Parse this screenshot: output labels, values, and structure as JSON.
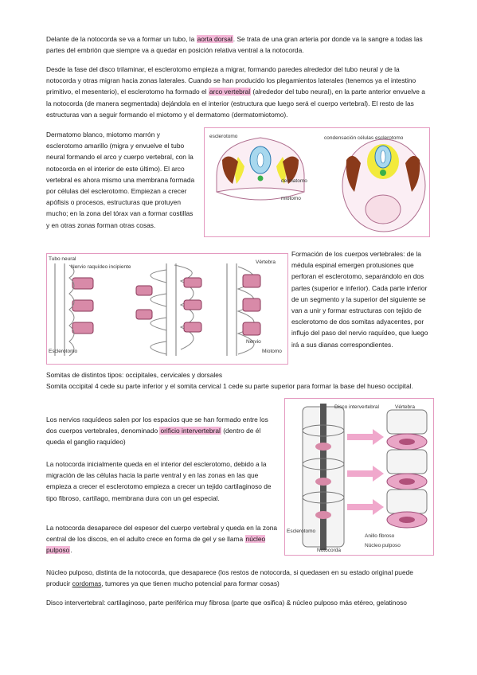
{
  "p1": {
    "a": "Delante de la notocorda se va a formar un tubo, la ",
    "hl": "aorta dorsal",
    "b": ". Se trata de una gran arteria por donde va la sangre a todas las partes del embrión que siempre va a quedar en posición relativa ventral a la notocorda."
  },
  "p2": {
    "a": "Desde la fase del disco trilaminar, el esclerotomo empieza a migrar, formando paredes alrededor del tubo neural y de la notocorda y otras migran hacia zonas laterales. Cuando se han producido los plegamientos laterales (tenemos ya el intestino primitivo, el mesenterio), el esclerotomo ha formado el ",
    "hl": "arco vertebral",
    "b": " (alrededor del tubo neural), en la parte anterior envuelve a la notocorda (de manera segmentada) dejándola en el interior (estructura que luego será el cuerpo vertebral). El resto de las estructuras van a seguir formando el miotomo y el dermatomo (dermatomiotomo)."
  },
  "p3": "Dermatomo blanco, miotomo marrón y esclerotomo amarillo (migra y envuelve el tubo neural formando el arco y cuerpo vertebral, con la notocorda en el interior de este último). El arco vertebral es ahora mismo una membrana formada por células del esclerotomo. Empiezan a crecer apófisis o procesos, estructuras que protuyen mucho; en la zona del tórax van a formar costillas y en otras zonas forman otras cosas.",
  "fig1": {
    "labels": [
      "esclerotomo",
      "condensación células esclerotomo",
      "dermatomo",
      "miotomo"
    ]
  },
  "p4": "Formación de los cuerpos vertebrales: de la médula espinal emergen protusiones que perforan el esclerotomo, separándolo en dos partes (superior e inferior). Cada parte inferior de un segmento y la superior del siguiente se van a unir y formar estructuras con tejido de esclerotomo de dos somitas adyacentes, por influjo del paso del nervio raquídeo, que luego irá a sus dianas correspondientes.",
  "fig2": {
    "labels": [
      "Tubo neural",
      "Nervio raquídeo incipiente",
      "Esclerotomo",
      "Vértebra",
      "Nervio",
      "Miotomo"
    ]
  },
  "p5": "Somitas de distintos tipos: occipitales, cervicales y dorsales",
  "p6": "Somita occipital 4 cede su parte inferior y el somita cervical 1 cede su parte superior para formar la base del hueso occipital.",
  "p7": {
    "a": "Los nervios raquídeos salen por los espacios que se han formado entre los dos cuerpos vertebrales, denominado ",
    "hl": "orificio intervertebral",
    "b": " (dentro de él queda el ganglio raquídeo)"
  },
  "p8": "La notocorda inicialmente queda en el interior del esclerotomo, debido a la migración de las células hacia la parte ventral y en las zonas en las que empieza a crecer el esclerotomo empieza a crecer un tejido cartilaginoso de tipo fibroso, cartílago, membrana dura con un gel especial.",
  "p9": {
    "a": "La notocorda desaparece del espesor del cuerpo vertebral y queda en la zona central de los discos, en el adulto crece en forma de gel y se llama ",
    "hl": "núcleo pulposo",
    "b": "."
  },
  "fig3": {
    "labels": [
      "Disco intervertebral",
      "Vértebra",
      "Esclerotomo",
      "Notocorda",
      "Anillo fibroso",
      "Núcleo pulposo"
    ]
  },
  "p10": {
    "a": "Núcleo pulposo, distinta de la notocorda, que desaparece (los restos de notocorda, si quedasen en su estado original puede producir ",
    "u": "cordomas",
    "b": ", tumores ya que tienen mucho potencial para formar cosas)"
  },
  "p11": "Disco intervertebral: cartilaginoso, parte periférica muy fibrosa (parte que osifica) & núcleo pulposo más etéreo, gelatinoso",
  "colors": {
    "highlight": "#f4b8d8",
    "frame": "#e49ac0",
    "yellow": "#f2ea3c",
    "brown": "#8a3a1a",
    "pink": "#d88aa8"
  }
}
